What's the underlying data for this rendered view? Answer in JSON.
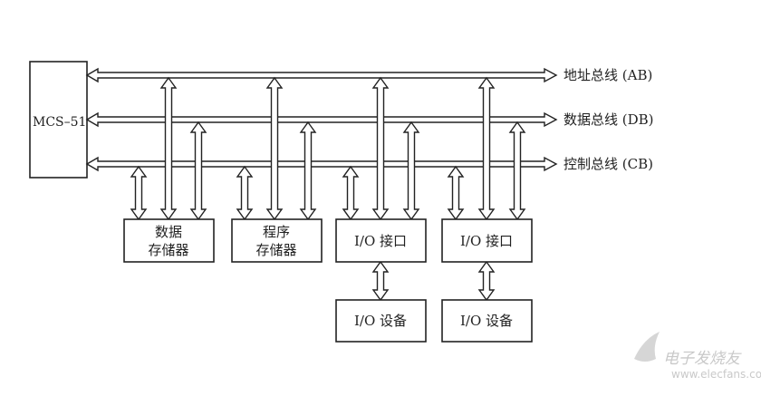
{
  "diagram": {
    "cpu": {
      "label": "MCS–51"
    },
    "buses": [
      {
        "id": "ab",
        "label": "地址总线 (AB)"
      },
      {
        "id": "db",
        "label": "数据总线 (DB)"
      },
      {
        "id": "cb",
        "label": "控制总线 (CB)"
      }
    ],
    "modules": [
      {
        "id": "data-mem",
        "lines": [
          "数据",
          "存储器"
        ]
      },
      {
        "id": "prog-mem",
        "lines": [
          "程序",
          "存储器"
        ]
      },
      {
        "id": "io1",
        "lines": [
          "I/O 接口"
        ]
      },
      {
        "id": "io2",
        "lines": [
          "I/O 接口"
        ]
      }
    ],
    "devices": [
      {
        "id": "dev1",
        "label": "I/O 设备"
      },
      {
        "id": "dev2",
        "label": "I/O 设备"
      }
    ]
  },
  "watermark": {
    "text": "电子发烧友",
    "url": "www.elecfans.com"
  }
}
